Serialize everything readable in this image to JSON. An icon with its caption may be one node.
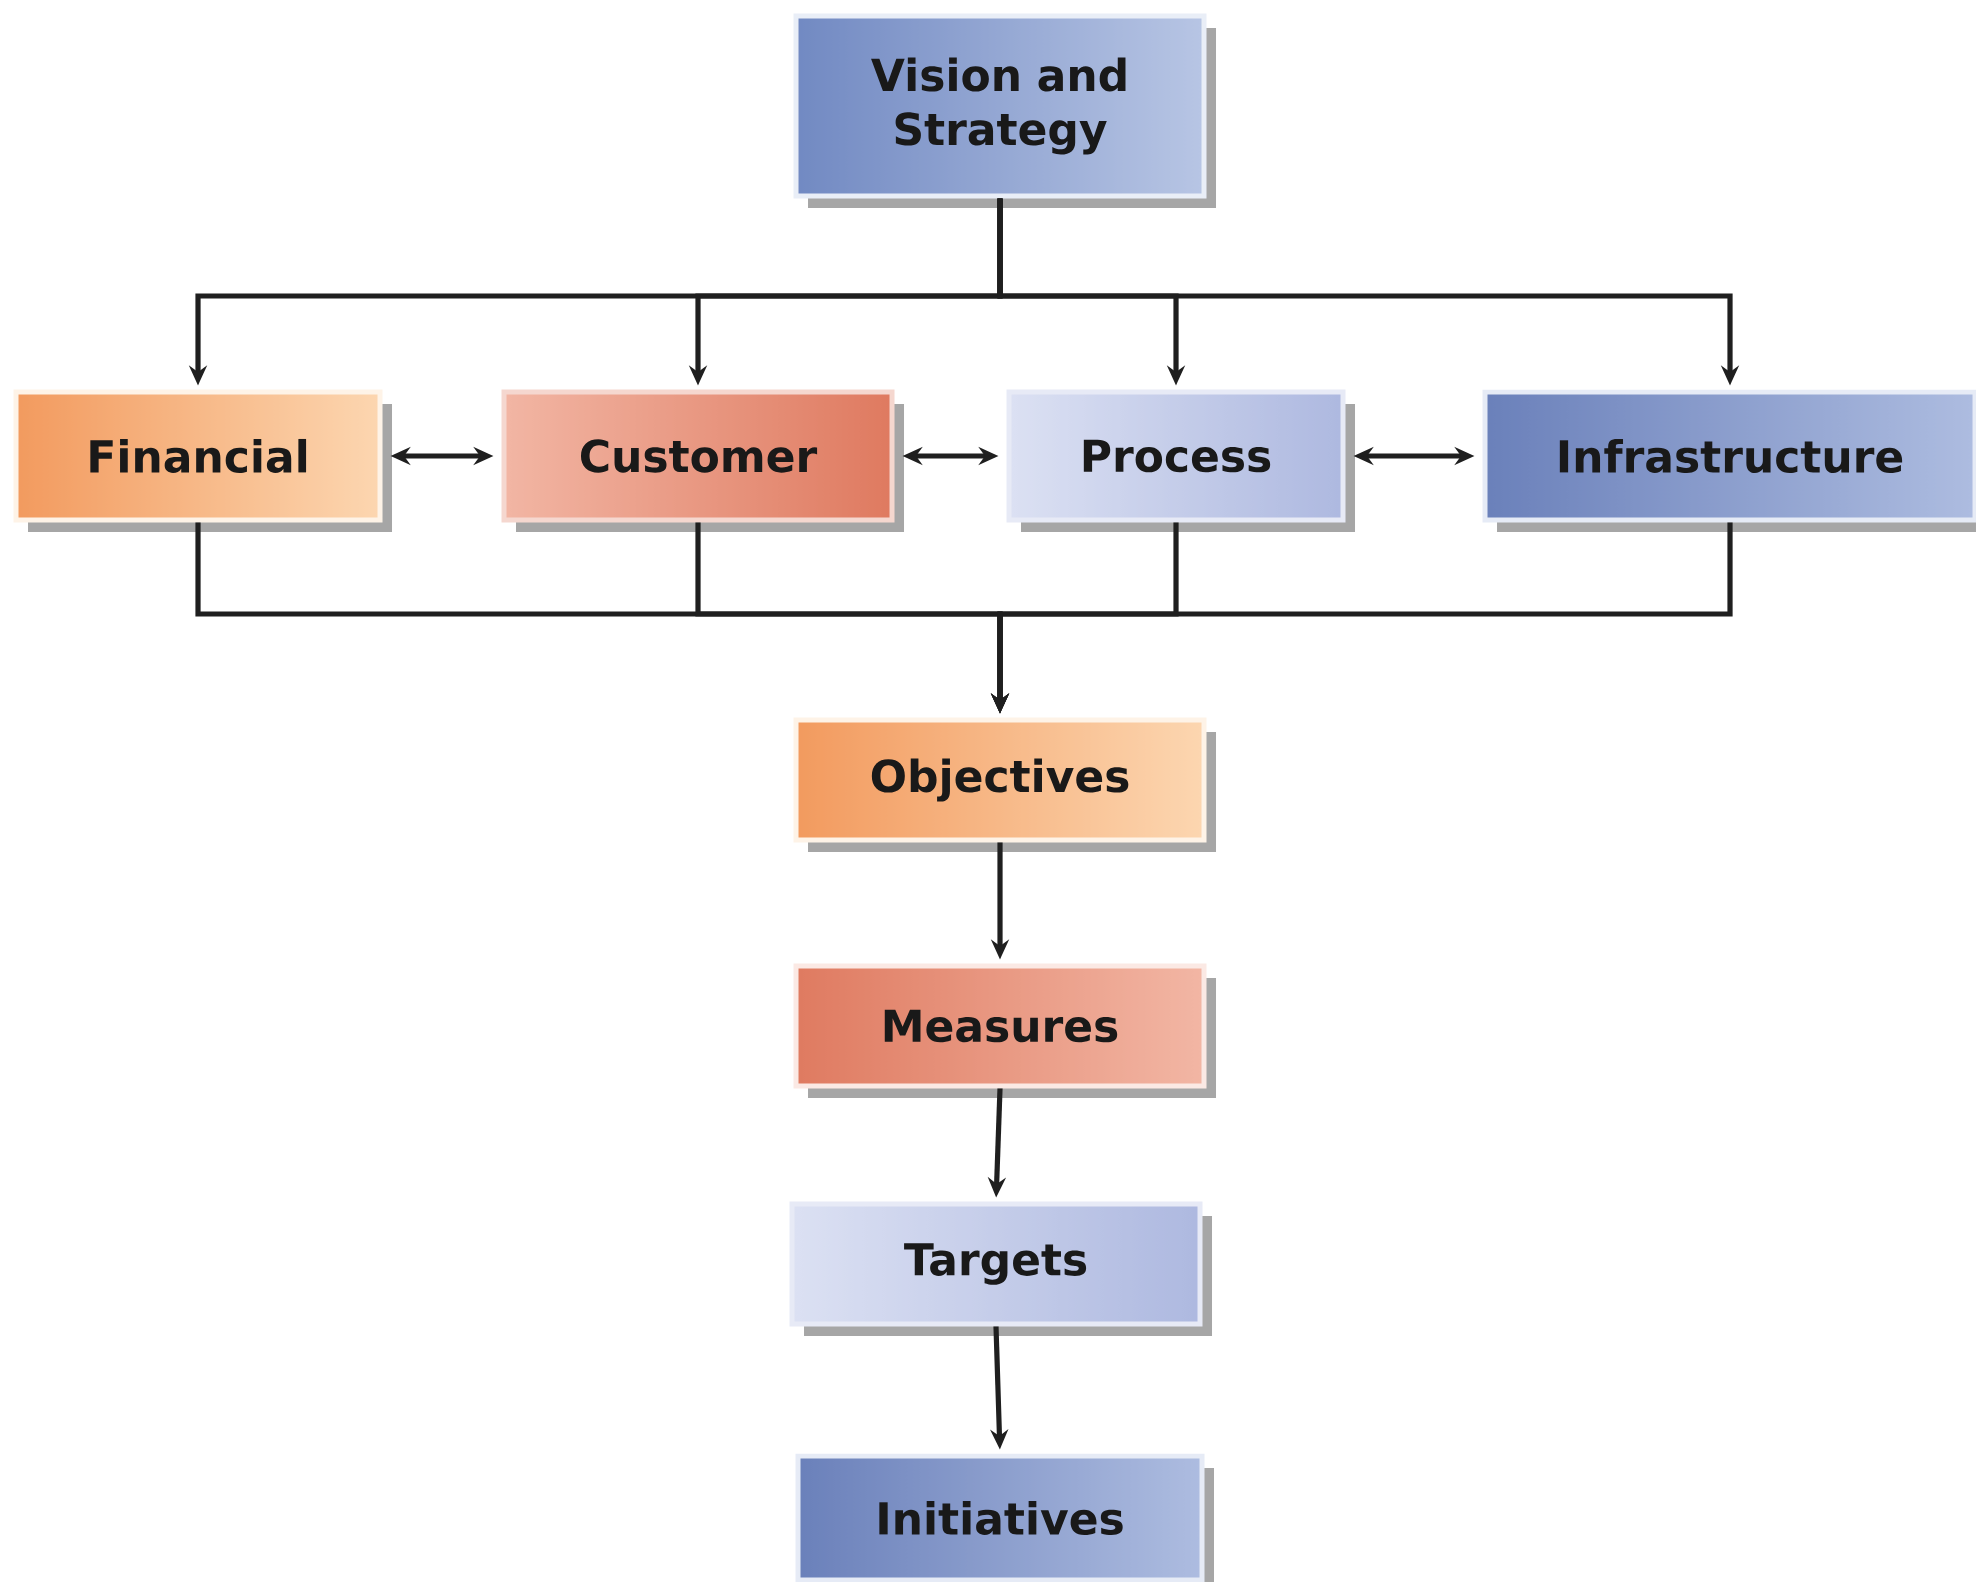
{
  "diagram": {
    "nodes": [
      {
        "text": [
          "Vision and Strategy"
        ]
      },
      {
        "text": [
          "Financial"
        ]
      },
      {
        "text": [
          "Customer"
        ]
      },
      {
        "text": [
          "Process"
        ]
      },
      {
        "text": [
          "Infrastructure"
        ]
      },
      {
        "text": [
          "Objectives"
        ]
      },
      {
        "text": [
          "Measures"
        ]
      },
      {
        "text": [
          "Targets"
        ]
      },
      {
        "text": [
          "Initiatives"
        ]
      }
    ],
    "edges": [
      {
        "from": 0,
        "to": 1,
        "arrow": "to"
      },
      {
        "from": 0,
        "to": 2,
        "arrow": "to"
      },
      {
        "from": 0,
        "to": 3,
        "arrow": "to"
      },
      {
        "from": 0,
        "to": 4,
        "arrow": "to"
      },
      {
        "from": 1,
        "to": 2,
        "arrow": "both"
      },
      {
        "from": 2,
        "to": 3,
        "arrow": "both"
      },
      {
        "from": 3,
        "to": 4,
        "arrow": "both"
      },
      {
        "from": 1,
        "to": 5,
        "arrow": "to"
      },
      {
        "from": 2,
        "to": 5,
        "arrow": "to"
      },
      {
        "from": 3,
        "to": 5,
        "arrow": "to"
      },
      {
        "from": 4,
        "to": 5,
        "arrow": "to"
      },
      {
        "from": 5,
        "to": 6,
        "arrow": "to"
      },
      {
        "from": 6,
        "to": 7,
        "arrow": "to"
      },
      {
        "from": 7,
        "to": 8,
        "arrow": "to"
      }
    ]
  }
}
